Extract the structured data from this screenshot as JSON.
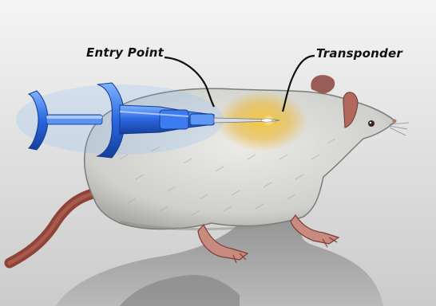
{
  "labels": {
    "entry_point": "Entry Point",
    "transponder": "Transponder"
  },
  "colors": {
    "background_top": "#f4f4f4",
    "background_bottom": "#c9c9c9",
    "fur": "#d8d8d6",
    "fur_shadow": "#9a9a98",
    "tail": "#9a4a3f",
    "ear": "#a86a60",
    "syringe": "#2e6ee8",
    "syringe_glow": "#6fb0ff",
    "transponder_glow": "#f1c232",
    "hand": "#8d8d8d"
  },
  "icons": {
    "subject": "mouse-illustration",
    "device": "syringe-injector",
    "support": "gloved-hand"
  }
}
